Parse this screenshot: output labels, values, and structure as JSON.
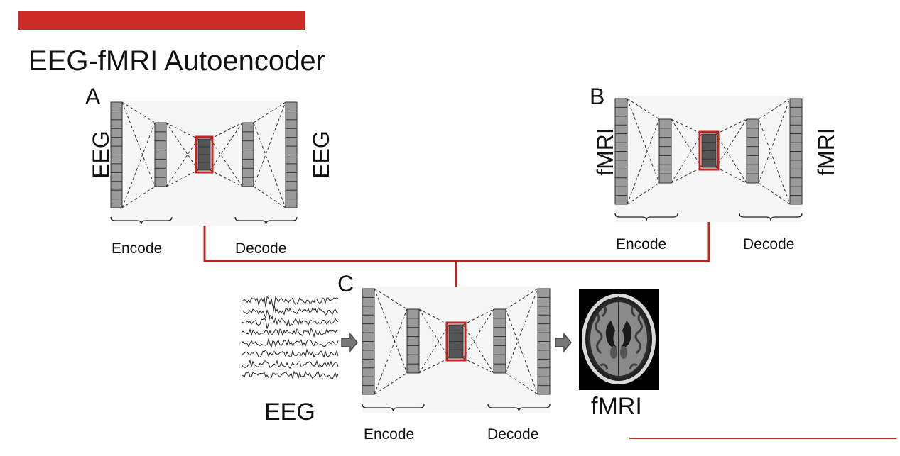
{
  "slide": {
    "title": "EEG-fMRI Autoencoder",
    "accent_color": "#cc2a26"
  },
  "panels": {
    "a": {
      "letter": "A",
      "left_label": "EEG",
      "right_label": "EEG",
      "encode": "Encode",
      "decode": "Decode"
    },
    "b": {
      "letter": "B",
      "left_label": "fMRI",
      "right_label": "fMRI",
      "encode": "Encode",
      "decode": "Decode"
    },
    "c": {
      "letter": "C",
      "input_label": "EEG",
      "output_label": "fMRI",
      "encode": "Encode",
      "decode": "Decode"
    }
  },
  "icons": {
    "eeg_signal": "eeg-signal-icon",
    "brain_scan": "brain-mri-icon",
    "arrow": "arrow-right-icon"
  }
}
